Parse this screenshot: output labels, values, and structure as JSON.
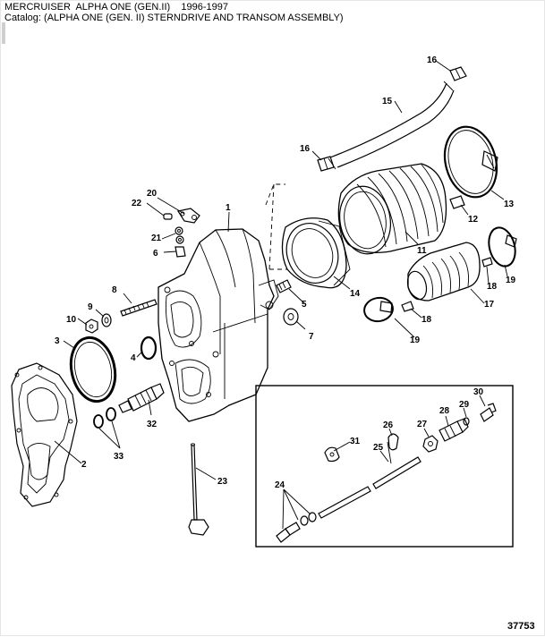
{
  "header": {
    "line1": "MERCRUISER  ALPHA ONE (GEN.II)    1996-1997",
    "line2": "Catalog: (ALPHA ONE (GEN. II) STERNDRIVE AND TRANSOM ASSEMBLY)"
  },
  "figure_number": "37753",
  "callouts": {
    "c1": "1",
    "c2": "2",
    "c3": "3",
    "c4": "4",
    "c5": "5",
    "c6": "6",
    "c7": "7",
    "c8": "8",
    "c9": "9",
    "c10": "10",
    "c11": "11",
    "c12": "12",
    "c13": "13",
    "c14": "14",
    "c15": "15",
    "c16a": "16",
    "c16b": "16",
    "c17": "17",
    "c18a": "18",
    "c18b": "18",
    "c19a": "19",
    "c19b": "19",
    "c20": "20",
    "c21": "21",
    "c22": "22",
    "c23": "23",
    "c24": "24",
    "c25": "25",
    "c26": "26",
    "c27": "27",
    "c28": "28",
    "c29": "29",
    "c30": "30",
    "c31": "31",
    "c32": "32",
    "c33": "33"
  }
}
